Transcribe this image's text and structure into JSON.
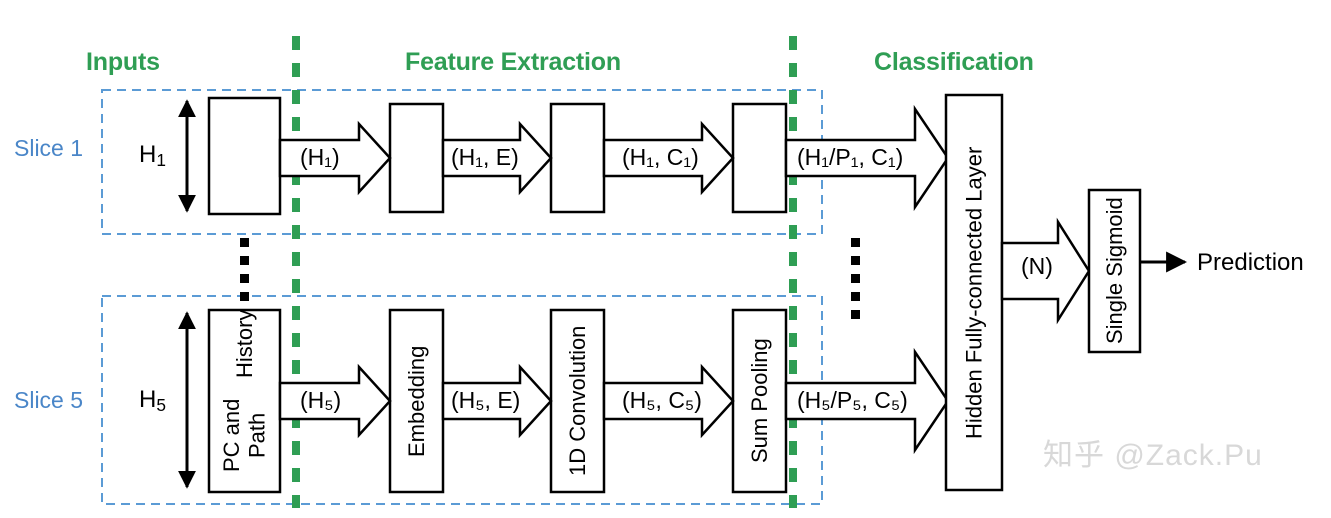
{
  "diagram": {
    "title": "Slice-based CNN branch predictor pipeline",
    "colors": {
      "stage_green": "#2f9e54",
      "slice_blue": "#4a86c8",
      "outline_black": "#000000",
      "watermark_gray": "#d8d8d8",
      "background": "#ffffff"
    },
    "stage_headers": [
      {
        "id": "inputs",
        "label": "Inputs"
      },
      {
        "id": "feature-extraction",
        "label": "Feature Extraction"
      },
      {
        "id": "classification",
        "label": "Classification"
      }
    ],
    "slices": [
      {
        "id": "slice-1",
        "label": "Slice 1",
        "dim_label": "H",
        "dim_sub": "1",
        "boxes": [
          {
            "id": "pc-and-path-history",
            "label_line1": "",
            "label_line2": ""
          },
          {
            "id": "embedding",
            "label_line1": "",
            "label_line2": ""
          },
          {
            "id": "1d-convolution",
            "label_line1": "",
            "label_line2": ""
          },
          {
            "id": "sum-pooling",
            "label_line1": "",
            "label_line2": ""
          }
        ],
        "flows": [
          {
            "id": "input-to-embedding",
            "label": "(H₁)"
          },
          {
            "id": "embedding-to-conv",
            "label": "(H₁, E)"
          },
          {
            "id": "conv-to-pooling",
            "label": "(H₁, C₁)"
          },
          {
            "id": "pooling-to-fc",
            "label": "(H₁/P₁, C₁)"
          }
        ]
      },
      {
        "id": "slice-5",
        "label": "Slice 5",
        "dim_label": "H",
        "dim_sub": "5",
        "boxes": [
          {
            "id": "pc-and-path-history",
            "label_line1": "PC and Path",
            "label_line2": "History"
          },
          {
            "id": "embedding",
            "label_line1": "Embedding",
            "label_line2": ""
          },
          {
            "id": "1d-convolution",
            "label_line1": "1D Convolution",
            "label_line2": ""
          },
          {
            "id": "sum-pooling",
            "label_line1": "Sum Pooling",
            "label_line2": ""
          }
        ],
        "flows": [
          {
            "id": "input-to-embedding",
            "label": "(H₅)"
          },
          {
            "id": "embedding-to-conv",
            "label": "(H₅, E)"
          },
          {
            "id": "conv-to-pooling",
            "label": "(H₅, C₅)"
          },
          {
            "id": "pooling-to-fc",
            "label": "(H₅/P₅, C₅)"
          }
        ]
      }
    ],
    "classifier": {
      "hidden_layer_label": "Hidden Fully-connected Layer",
      "sigmoid_label": "Single Sigmoid",
      "fc_to_sigmoid_flow": "(N)",
      "output_label": "Prediction"
    },
    "ellipsis": {
      "left_dot_count": 4,
      "right_dot_count": 5
    },
    "watermark": "知乎 @Zack.Pu"
  }
}
